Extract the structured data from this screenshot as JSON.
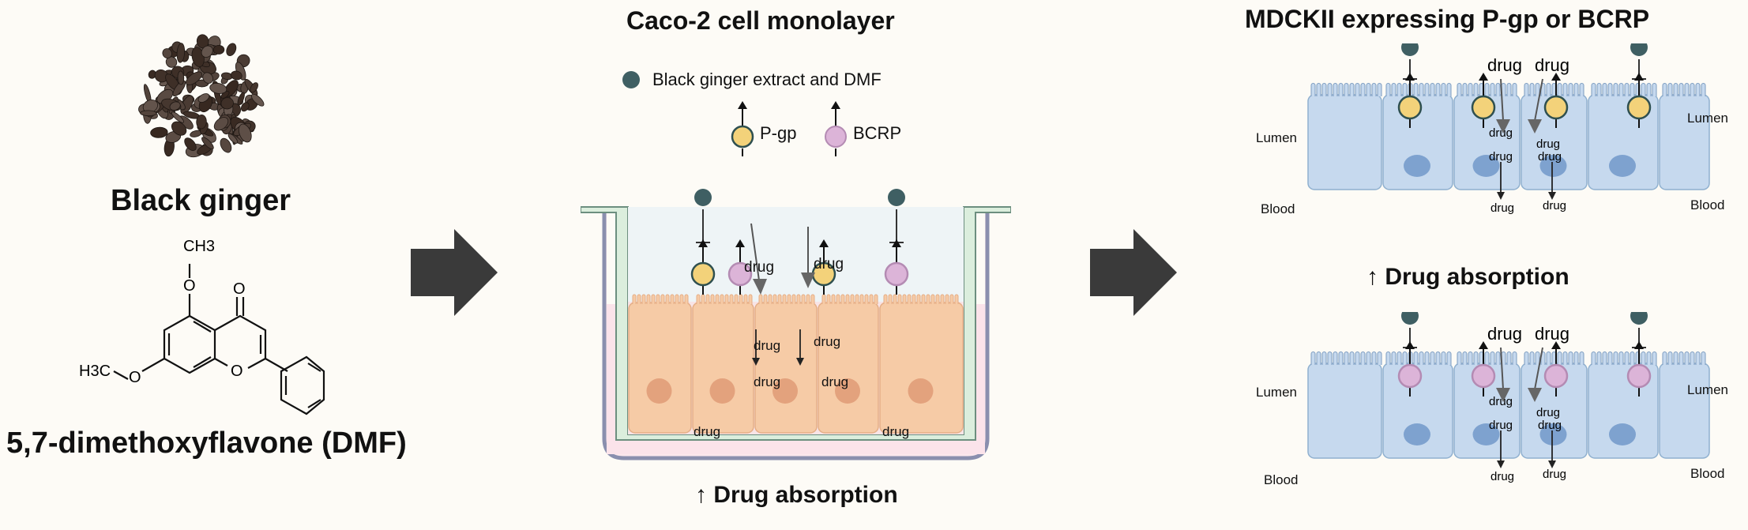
{
  "left": {
    "plant_label": "Black ginger",
    "compound_label": "5,7-dimethoxyflavone (DMF)",
    "structure": {
      "methyl_top": "CH3",
      "carbonyl_o": "O",
      "ring_o": "O",
      "methoxy_left": "H3C",
      "ether_o1": "O",
      "ether_o2": "O"
    }
  },
  "middle": {
    "title": "Caco-2 cell monolayer",
    "legend": {
      "inhibitor_label": "Black ginger extract and DMF",
      "pgp_label": "P-gp",
      "bcrp_label": "BCRP"
    },
    "drug_labels": [
      "drug",
      "drug",
      "drug",
      "drug",
      "drug",
      "drug",
      "drug",
      "drug",
      "drug"
    ],
    "result": "↑ Drug absorption"
  },
  "right": {
    "title": "MDCKII expressing P-gp or BCRP",
    "lumen_label": "Lumen",
    "blood_label": "Blood",
    "drug_label": "drug",
    "result": "↑ Drug absorption"
  },
  "colors": {
    "pgp": "#f3d27a",
    "bcrp": "#dcb4d8",
    "inhibitor": "#3f5f63",
    "caco_cell": "#f6cba6",
    "mdck_cell": "#c6d9ee",
    "arrow": "#333333"
  }
}
